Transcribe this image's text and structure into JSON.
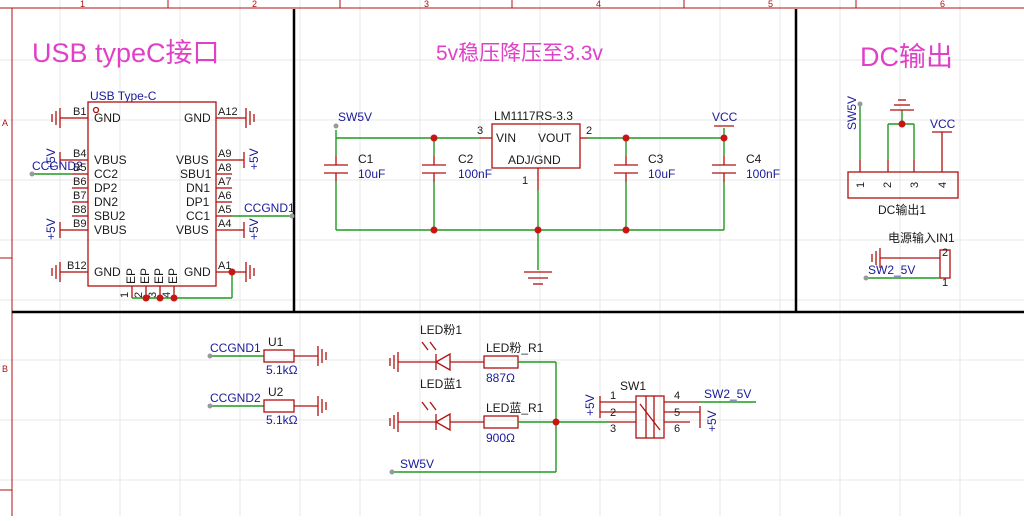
{
  "sections": {
    "usb_title": "USB typeC接口",
    "ldo_title": "5v稳压降压至3.3v",
    "dc_title": "DC输出"
  },
  "frame": {
    "cols": [
      "1",
      "2",
      "3",
      "4",
      "5",
      "6"
    ],
    "rows": [
      "A",
      "B"
    ]
  },
  "usb": {
    "part": "USB Type-C",
    "left_pins": [
      {
        "num": "B1",
        "name": "GND"
      },
      {
        "num": "B4",
        "name": "VBUS"
      },
      {
        "num": "B5",
        "name": "CC2"
      },
      {
        "num": "B6",
        "name": "DP2"
      },
      {
        "num": "B7",
        "name": "DN2"
      },
      {
        "num": "B8",
        "name": "SBU2"
      },
      {
        "num": "B9",
        "name": "VBUS"
      },
      {
        "num": "B12",
        "name": "GND"
      }
    ],
    "right_pins": [
      {
        "num": "A12",
        "name": "GND"
      },
      {
        "num": "A9",
        "name": "VBUS"
      },
      {
        "num": "A8",
        "name": "SBU1"
      },
      {
        "num": "A7",
        "name": "DN1"
      },
      {
        "num": "A6",
        "name": "DP1"
      },
      {
        "num": "A5",
        "name": "CC1"
      },
      {
        "num": "A4",
        "name": "VBUS"
      },
      {
        "num": "A1",
        "name": "GND"
      }
    ],
    "ep_label": "EP",
    "ep_nums": [
      "1",
      "2",
      "3",
      "4"
    ],
    "net_ccgnd1": "CCGND1",
    "net_ccgnd2": "CCGND2",
    "plus5v": "+5V"
  },
  "ldo": {
    "net_in": "SW5V",
    "net_out": "VCC",
    "part": "LM1117RS-3.3",
    "pin_vin": "VIN",
    "pin_vout": "VOUT",
    "pin_adj": "ADJ/GND",
    "pin_vin_num": "3",
    "pin_vout_num": "2",
    "pin_adj_num": "1",
    "caps": [
      {
        "ref": "C1",
        "value": "10uF"
      },
      {
        "ref": "C2",
        "value": "100nF"
      },
      {
        "ref": "C3",
        "value": "10uF"
      },
      {
        "ref": "C4",
        "value": "100nF"
      }
    ]
  },
  "dc": {
    "net_sw5v": "SW5V",
    "net_vcc": "VCC",
    "pin_nums": [
      "1",
      "2",
      "3",
      "4"
    ],
    "part": "DC输出1",
    "in_part": "电源输入IN1",
    "in_net": "SW2_5V",
    "in_pin1": "1",
    "in_pin2": "2"
  },
  "bottom": {
    "u1_net": "CCGND1",
    "u1_ref": "U1",
    "u1_val": "5.1kΩ",
    "u2_net": "CCGND2",
    "u2_ref": "U2",
    "u2_val": "5.1kΩ",
    "led_pink": "LED粉1",
    "led_blue": "LED蓝1",
    "r_pink": "LED粉_R1",
    "r_pink_val": "887Ω",
    "r_blue": "LED蓝_R1",
    "r_blue_val": "900Ω",
    "sw_ref": "SW1",
    "sw_pins": [
      "1",
      "2",
      "3",
      "4",
      "5",
      "6"
    ],
    "plus5v": "+5V",
    "net_sw2": "SW2_5V",
    "net_sw5v": "SW5V"
  }
}
